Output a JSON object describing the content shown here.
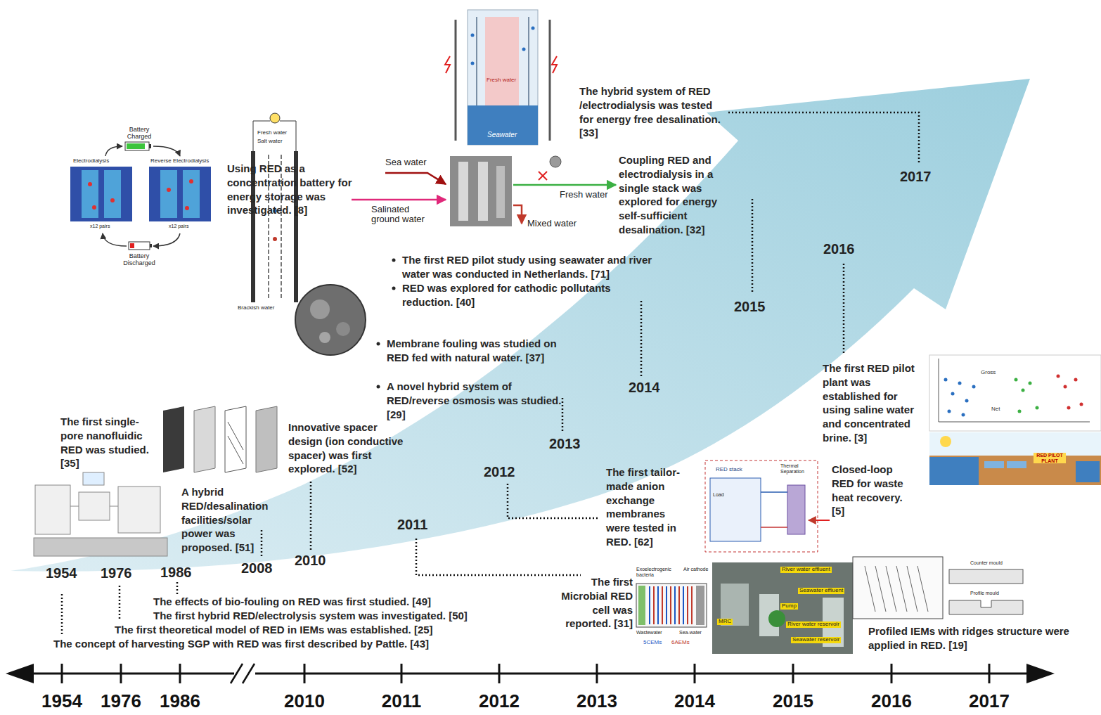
{
  "diagram": {
    "labels": [
      "The concept of harvesting SGP with RED was first described by Pattle. [43]",
      "The first theoretical model of RED in IEMs was established. [25]",
      "The first hybrid RED/electrolysis system was investigated. [50]",
      "The effects of bio-fouling on RED was first studied. [49]",
      "The first single-pore nanofluidic RED was studied. [35]",
      "A hybrid RED/desalination facilities/solar power was proposed. [51]",
      "Innovative spacer design (ion conductive spacer) was first explored. [52]",
      "Membrane fouling was studied on RED fed with natural water. [37]",
      "A novel hybrid system of RED/reverse osmosis was studied. [29]",
      "The first RED pilot study using seawater and river water was conducted in Netherlands. [71]",
      "RED was explored for cathodic pollutants reduction. [40]",
      "Using RED as a concentration battery for energy storage was investigated. [8]",
      "Coupling RED and electrodialysis in a single stack was explored for energy self-sufficient desalination. [32]",
      "The hybrid system of RED /electrodialysis was tested for energy free desalination. [33]",
      "The first tailor-made anion exchange membranes were tested in RED. [62]",
      "The first Microbial RED cell was reported. [31]",
      "Closed-loop RED for waste heat recovery. [5]",
      "The first RED pilot plant was established for using saline water and concentrated brine. [3]",
      "Profiled IEMs with ridges structure were applied in RED. [19]",
      "1954",
      "1976",
      "1986",
      "2008",
      "2010",
      "2011",
      "2012",
      "2013",
      "2014",
      "2015",
      "2016",
      "2017",
      "1954",
      "1976",
      "1986",
      "2010",
      "2011",
      "2012",
      "2013",
      "2014",
      "2015",
      "2016",
      "2017",
      "Battery Charged",
      "Electrodialysis",
      "Reverse Electrodialysis",
      "x12 pairs",
      "x12 pairs",
      "Battery Discharged",
      "Sea water",
      "Salinated ground water",
      "Fresh water",
      "Mixed water",
      "Fresh water",
      "Seawater",
      "Fresh water",
      "Salt water",
      "Brackish water",
      "Exoelectrogenic bacteria",
      "Air cathode",
      "Wastewater",
      "Sea-water",
      "5CEMs",
      "6AEMs",
      "River water effluent",
      "Seawater effluent",
      "Pump",
      "MRC",
      "River water reservoir",
      "Seawater reservoir",
      "RED stack",
      "Thermal Separation",
      "Load",
      "Gross",
      "Net",
      "RED PILOT PLANT",
      "Counter mould",
      "Profile mould"
    ]
  }
}
